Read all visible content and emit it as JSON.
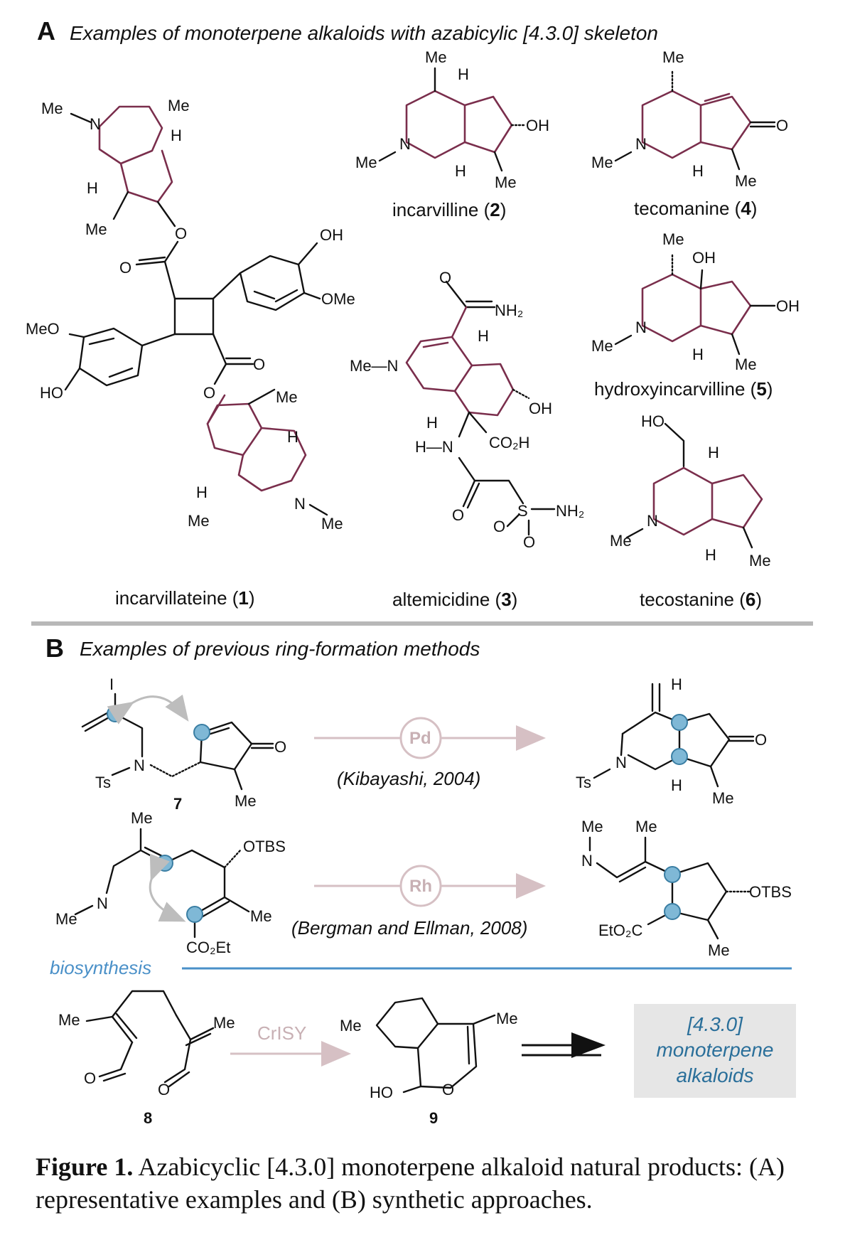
{
  "section_a": {
    "letter": "A",
    "title": "Examples of monoterpene alkaloids with azabicylic [4.3.0] skeleton",
    "compounds": [
      {
        "name": "incarvillateine",
        "number": "1"
      },
      {
        "name": "incarvilline",
        "number": "2"
      },
      {
        "name": "altemicidine",
        "number": "3"
      },
      {
        "name": "tecomanine",
        "number": "4"
      },
      {
        "name": "hydroxyincarvilline",
        "number": "5"
      },
      {
        "name": "tecostanine",
        "number": "6"
      }
    ]
  },
  "section_b": {
    "letter": "B",
    "title": "Examples of previous ring-formation methods",
    "reactions": [
      {
        "catalyst": "Pd",
        "reference": "(Kibayashi, 2004)",
        "substrate": "7"
      },
      {
        "catalyst": "Rh",
        "reference": "(Bergman and Ellman, 2008)"
      }
    ],
    "biosynthesis_label": "biosynthesis",
    "enzyme": "CrISY",
    "compound_8": "8",
    "compound_9": "9",
    "product_box": [
      "[4.3.0]",
      "monoterpene",
      "alkaloids"
    ]
  },
  "atom_labels": {
    "Me": "Me",
    "H": "H",
    "N": "N",
    "OH": "OH",
    "O": "O",
    "OMe": "OMe",
    "MeO": "MeO",
    "HO": "HO",
    "NH2": "NH₂",
    "CO2H": "CO₂H",
    "S": "S",
    "Ts": "Ts",
    "I": "I",
    "OTBS": "OTBS",
    "CO2Et": "CO₂Et",
    "EtO2C": "EtO₂C",
    "MeN": "Me—N",
    "HN": "H—N"
  },
  "caption": {
    "label": "Figure 1.",
    "text": "Azabicyclic [4.3.0] monoterpene alkaloid natural products: (A) representative examples and (B) synthetic approaches."
  },
  "colors": {
    "skeleton": "#7a2e4c",
    "divider": "#b8b8b8",
    "biosynthesis": "#4a90c8",
    "reaction_arrow": "#d6c0c4",
    "highlight_atom": "#7fb8d6",
    "product_box": "#e6e6e6"
  }
}
